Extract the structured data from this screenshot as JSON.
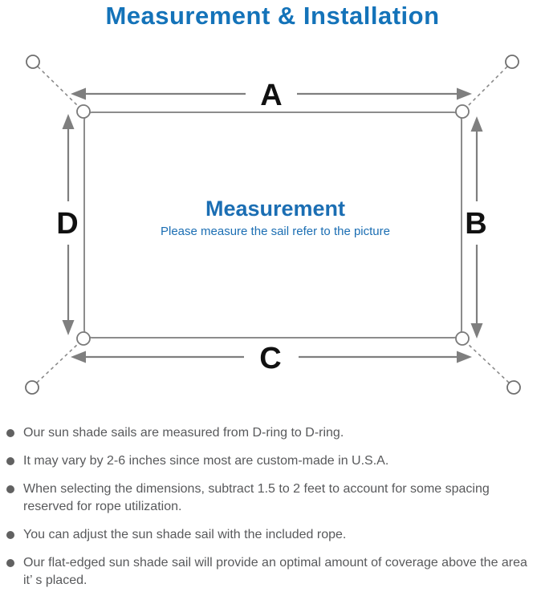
{
  "title": "Measurement & Installation",
  "diagram": {
    "labels": {
      "top": "A",
      "right": "B",
      "bottom": "C",
      "left": "D"
    },
    "center_title": "Measurement",
    "center_subtitle": "Please measure the sail refer to the picture"
  },
  "notes": [
    "Our sun shade sails are measured from D-ring to D-ring.",
    "It may vary by 2-6 inches since most are custom-made in U.S.A.",
    "When selecting the dimensions, subtract 1.5 to 2 feet to account for some spacing reserved for rope utilization.",
    "You can adjust the sun shade sail with the included rope.",
    "Our flat-edged sun shade sail will provide an optimal amount of coverage above the area it’ s placed."
  ],
  "colors": {
    "accent-blue": "#1473b9",
    "diagram-line": "#7f7f7f",
    "rect-line": "#8c8c8c",
    "label-black": "#111111",
    "note-text": "#58595b",
    "bullet": "#616161"
  }
}
